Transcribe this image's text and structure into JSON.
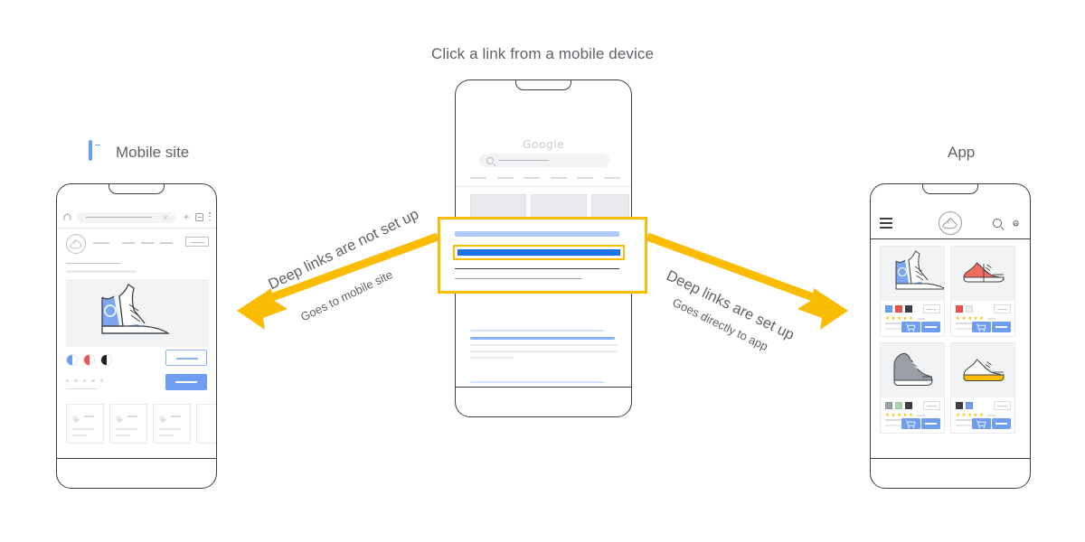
{
  "caption": "Click a link from a mobile device",
  "labels": {
    "mobile_site": "Mobile site",
    "app": "App",
    "mobile_icon": "phone-icon",
    "app_icon": "app-shoe-icon"
  },
  "arrows": {
    "left": {
      "main": "Deep links are not set up",
      "sub": "Goes to mobile site",
      "color": "#fbbc04",
      "direction": "left"
    },
    "right": {
      "main": "Deep links are set up",
      "sub": "Goes directly to app",
      "color": "#fbbc04",
      "direction": "right"
    }
  },
  "center_phone": {
    "brand": "Google",
    "search_placeholder": "",
    "highlight_color": "#fbbc04",
    "link_color": "#1a73e8",
    "tabs": 6,
    "thumbnails": 3,
    "results": 2
  },
  "left_phone": {
    "browser": {
      "home_icon": "home-icon",
      "url_value": "",
      "close_icon": "close-icon",
      "new_tab_icon": "plus-icon",
      "tab_count_icon": "tab-count-icon",
      "menu_icon": "kebab-menu-icon"
    },
    "site": {
      "logo_icon": "shoe-logo-icon",
      "nav_items": 5,
      "hero_shoe": "blue-high-top-sneaker",
      "swatches": [
        "#6f9ef0",
        "#ef5350",
        "#202124"
      ],
      "rating_dots": 5,
      "secondary_button": "outline-button",
      "primary_button": "filled-button",
      "mini_cards": 4
    }
  },
  "right_phone": {
    "app_bar": {
      "menu_icon": "hamburger-menu-icon",
      "logo_icon": "shoe-logo-icon",
      "search_icon": "search-icon",
      "settings_icon": "gear-icon"
    },
    "products": [
      {
        "shoe": "blue-high-top-sneaker",
        "shoe_color": "#6f9ef0",
        "swatches": [
          "#6f9ef0",
          "#ef5350",
          "#3c4043"
        ],
        "stars": 5,
        "cart_icon": "cart-icon"
      },
      {
        "shoe": "red-low-top-sneaker",
        "shoe_color": "#ef6e62",
        "swatches": [
          "#ef5350",
          "#e8eaed"
        ],
        "stars": 5,
        "cart_icon": "cart-icon"
      },
      {
        "shoe": "gray-high-top-sneaker",
        "shoe_color": "#9aa0a6",
        "swatches": [
          "#9aa0a6",
          "#a5d6a7",
          "#3c4043"
        ],
        "stars": 5,
        "cart_icon": "cart-icon"
      },
      {
        "shoe": "white-yellow-low-top-sneaker",
        "shoe_color": "#ffffff",
        "swatches": [
          "#3c4043",
          "#6f9ef0"
        ],
        "stars": 5,
        "cart_icon": "cart-icon"
      }
    ]
  }
}
